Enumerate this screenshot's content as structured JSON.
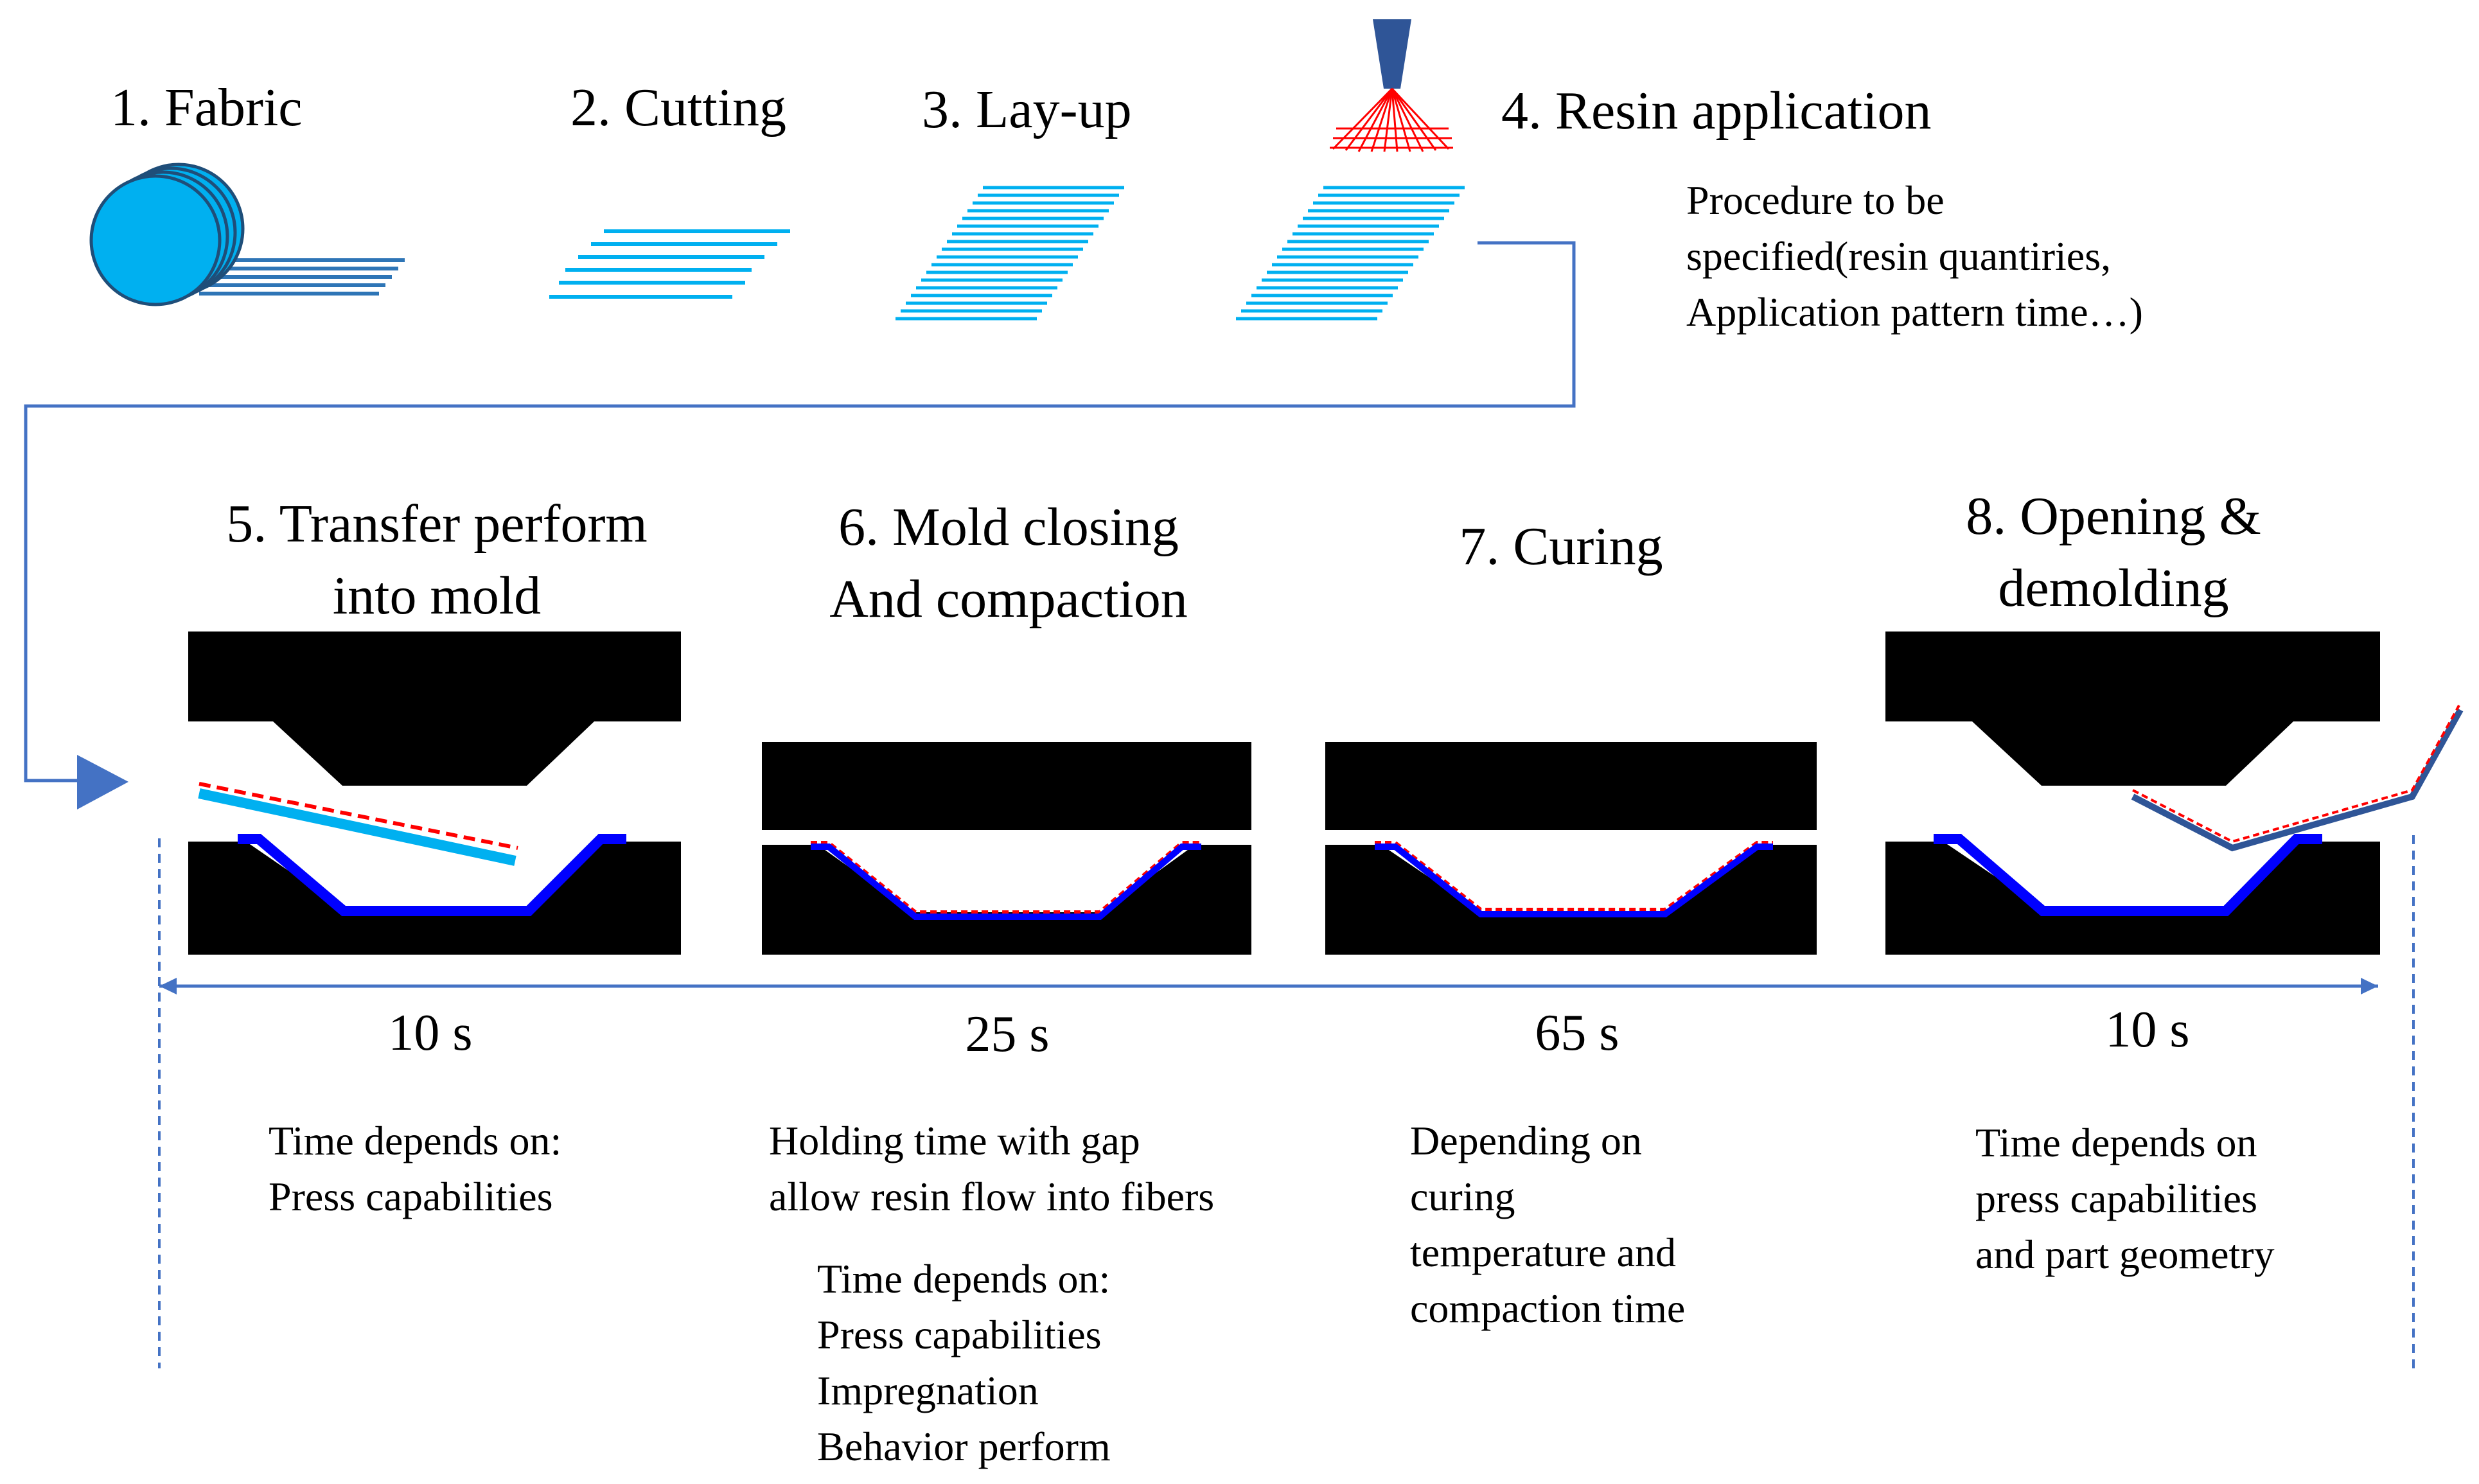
{
  "steps": {
    "s1": {
      "title": "1. Fabric"
    },
    "s2": {
      "title": "2. Cutting"
    },
    "s3": {
      "title": "3. Lay-up"
    },
    "s4": {
      "title": "4. Resin application",
      "note": [
        "Procedure to be",
        "specified(resin quantiries,",
        "Application pattern time…)"
      ]
    },
    "s5": {
      "title": [
        "5. Transfer perform",
        "into mold"
      ],
      "duration": "10 s",
      "note": [
        "Time depends on:",
        "Press capabilities"
      ]
    },
    "s6": {
      "title": [
        "6. Mold closing",
        "And compaction"
      ],
      "duration": "25 s",
      "note": [
        "Holding time with gap",
        "allow resin flow into fibers"
      ],
      "note2": [
        "Time depends on:",
        "Press capabilities",
        "Impregnation",
        "Behavior perform"
      ]
    },
    "s7": {
      "title": "7. Curing",
      "duration": "65 s",
      "note": [
        "Depending on",
        "curing",
        "temperature and",
        "compaction time"
      ]
    },
    "s8": {
      "title": [
        "8. Opening &",
        "demolding"
      ],
      "duration": "10 s",
      "note": [
        "Time depends on",
        "press capabilities",
        "and part geometry"
      ]
    }
  },
  "colors": {
    "fabric_blue": "#00b0f0",
    "line_blue": "#4472c4",
    "mold_black": "#000000",
    "part_blue": "#0000ff",
    "resin_red": "#ff0000",
    "nozzle_blue": "#2f5597"
  }
}
